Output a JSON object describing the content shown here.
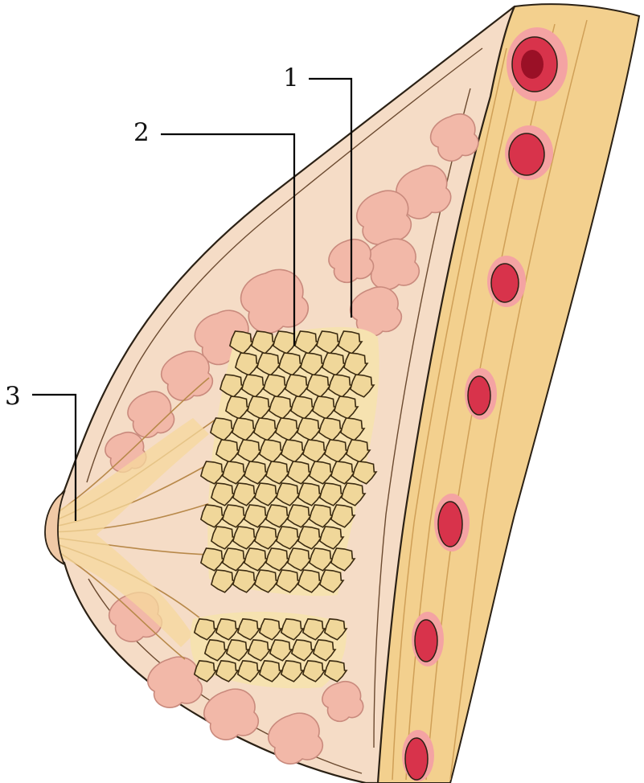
{
  "callouts": {
    "one": "1",
    "two": "2",
    "three": "3"
  },
  "colors": {
    "outline": "#2b2115",
    "skin": "#f5dcc6",
    "fat_lobule": "#f2b8a8",
    "fat_lobule_edge": "#c98a7d",
    "gland_lobule": "#f0d79a",
    "gland_lobule_edge": "#3a2a10",
    "duct": "#f6d89c",
    "muscle": "#f3d08e",
    "muscle_stripe": "#cf9f57",
    "rib": "#d8334b",
    "rib_core": "#9a1026",
    "rib_halo": "#f4a3a3",
    "leader_line": "#000000"
  }
}
